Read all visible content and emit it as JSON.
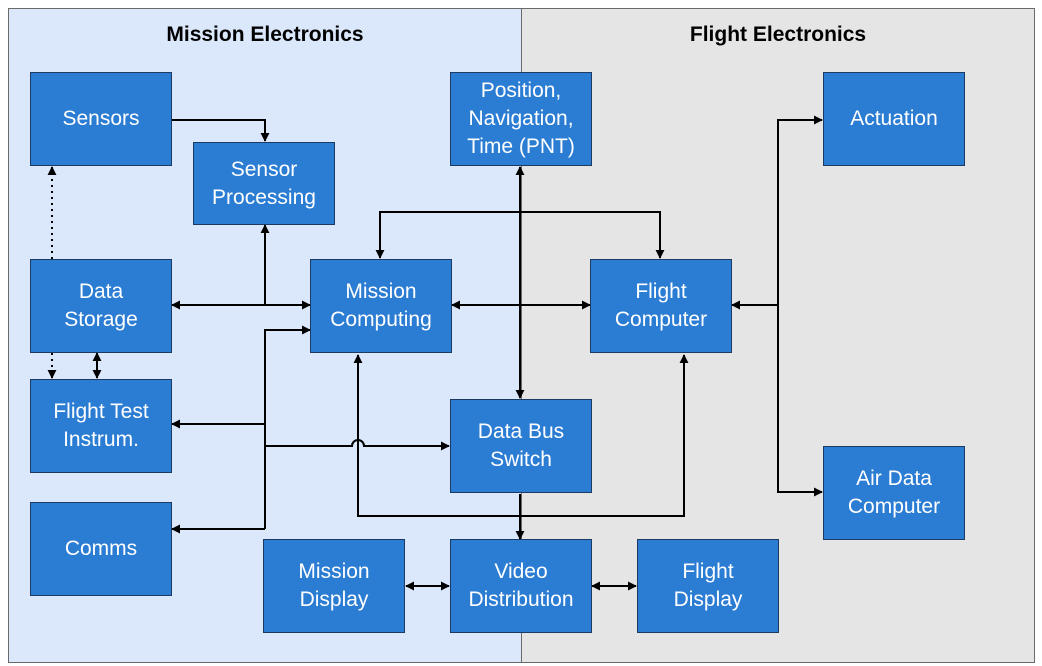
{
  "regions": {
    "mission": "Mission Electronics",
    "flight": "Flight Electronics"
  },
  "boxes": {
    "sensors": "Sensors",
    "sensor_processing": "Sensor\nProcessing",
    "data_storage": "Data\nStorage",
    "flight_test": "Flight Test\nInstrum.",
    "comms": "Comms",
    "mission_computing": "Mission\nComputing",
    "pnt": "Position,\nNavigation,\nTime (PNT)",
    "data_bus_switch": "Data Bus\nSwitch",
    "flight_computer": "Flight\nComputer",
    "actuation": "Actuation",
    "air_data_computer": "Air Data\nComputer",
    "mission_display": "Mission\nDisplay",
    "video_distribution": "Video\nDistribution",
    "flight_display": "Flight\nDisplay"
  },
  "colors": {
    "box_fill": "#2b7cd3",
    "box_border": "#1d3a62",
    "mission_bg": "#dbe7fb",
    "flight_bg": "#e5e5e5",
    "line": "#000000"
  }
}
